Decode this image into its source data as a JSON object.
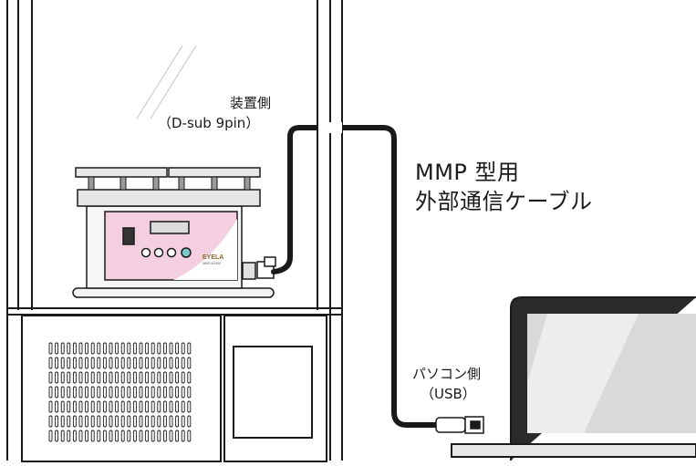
{
  "labels": {
    "device_side_line1": "装置側",
    "device_side_line2": "（D-sub 9pin）",
    "cable_title_line1": "MMP 型用",
    "cable_title_line2": "外部通信ケーブル",
    "pc_side_line1": "パソコン側",
    "pc_side_line2": "（USB）"
  },
  "device": {
    "brand": "EYELA",
    "model": "MMP-M1000"
  },
  "colors": {
    "line": "#1a1a1a",
    "panel_pink": "#f3cfe0",
    "enclosure": "#ffffff",
    "screen_gray": "#d9d9d9"
  }
}
